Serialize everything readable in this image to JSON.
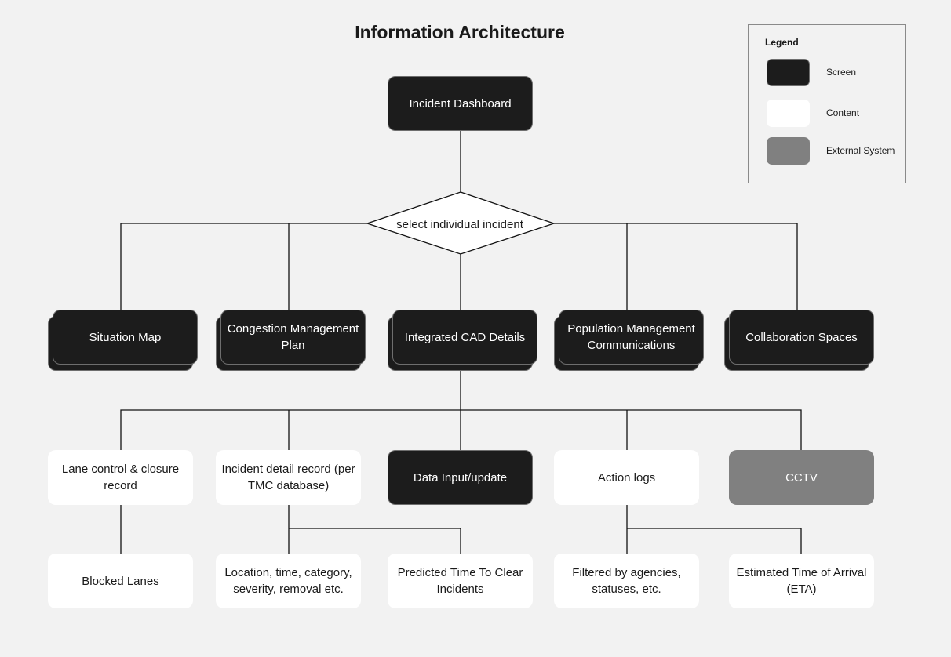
{
  "title": "Information Architecture",
  "legend": {
    "title": "Legend",
    "items": [
      {
        "label": "Screen",
        "color": "#1c1c1c"
      },
      {
        "label": "Content",
        "color": "#ffffff"
      },
      {
        "label": "External System",
        "color": "#808080"
      }
    ]
  },
  "nodes": {
    "dashboard": "Incident Dashboard",
    "decision": "select individual incident",
    "situation_map": "Situation Map",
    "congestion_plan": "Congestion Management Plan",
    "cad_details": "Integrated CAD Details",
    "population_comms": "Population Management Communications",
    "collaboration": "Collaboration Spaces",
    "lane_control": "Lane control & closure record",
    "incident_record": "Incident detail record (per TMC database)",
    "data_input": "Data Input/update",
    "action_logs": "Action logs",
    "cctv": "CCTV",
    "blocked_lanes": "Blocked Lanes",
    "location_time": "Location, time, category, severity, removal etc.",
    "predicted_time": "Predicted Time To Clear Incidents",
    "filtered_by": "Filtered by agencies, statuses, etc.",
    "eta": "Estimated Time of Arrival (ETA)"
  },
  "colors": {
    "background": "#f2f2f2",
    "screen": "#1c1c1c",
    "content": "#ffffff",
    "external": "#808080",
    "connector": "#111111"
  }
}
